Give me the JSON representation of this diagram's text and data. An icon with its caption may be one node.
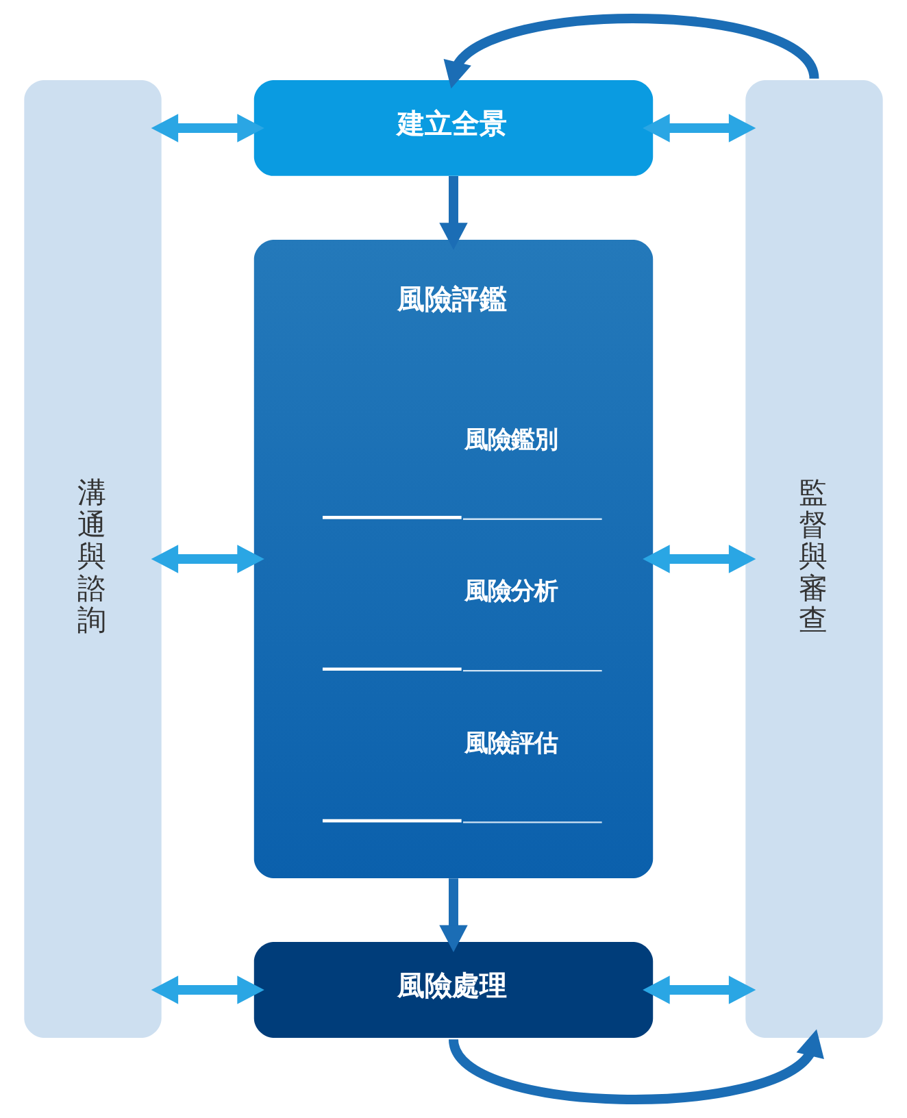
{
  "diagram": {
    "nodes": [
      {
        "text": [
          "溝通與諮詢"
        ]
      },
      {
        "text": [
          "建立全景"
        ]
      },
      {
        "text": [
          "風險評鑑",
          "風險鑑別",
          "風險分析",
          "風險評估"
        ]
      },
      {
        "text": [
          "風險處理"
        ]
      },
      {
        "text": [
          "監督與審查"
        ]
      }
    ],
    "edges": [
      {
        "from": 4,
        "to": 1,
        "arrow": "to",
        "color": "#1b6db5"
      },
      {
        "from": 0,
        "to": 1,
        "arrow": "both"
      },
      {
        "from": 1,
        "to": 4,
        "arrow": "both"
      },
      {
        "from": 1,
        "to": 2,
        "arrow": "to",
        "color": "#1b6db5"
      },
      {
        "from": 0,
        "to": 2,
        "arrow": "both"
      },
      {
        "from": 2,
        "to": 4,
        "arrow": "both"
      },
      {
        "from": 2,
        "to": 3,
        "arrow": "to",
        "color": "#1b6db5"
      },
      {
        "from": 0,
        "to": 3,
        "arrow": "both"
      },
      {
        "from": 3,
        "to": 4,
        "arrow": "both"
      },
      {
        "from": 3,
        "to": 4,
        "arrow": "to",
        "color": "#1b6db5"
      }
    ]
  }
}
